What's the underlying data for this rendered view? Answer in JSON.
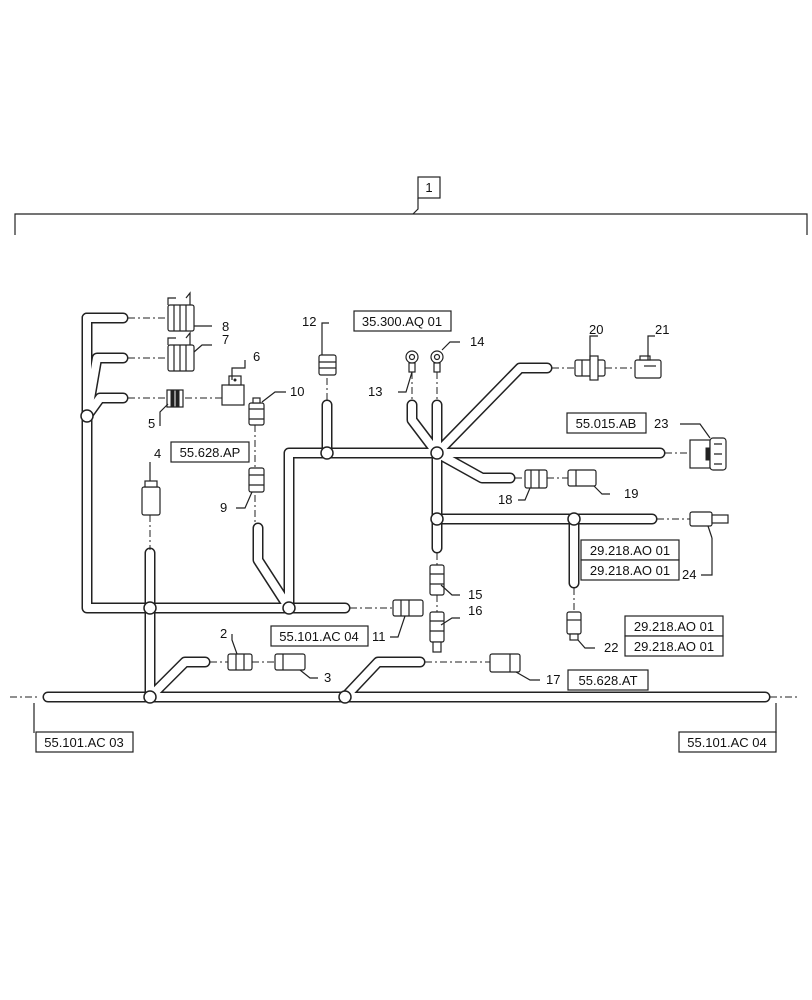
{
  "assembly_callout": "1",
  "item_labels": {
    "c2": "2",
    "c3": "3",
    "c4": "4",
    "c5": "5",
    "c6": "6",
    "c7": "7",
    "c8": "8",
    "c9": "9",
    "c10": "10",
    "c11": "11",
    "c12": "12",
    "c13": "13",
    "c14": "14",
    "c15": "15",
    "c16": "16",
    "c17": "17",
    "c18": "18",
    "c19": "19",
    "c20": "20",
    "c21": "21",
    "c22": "22",
    "c23": "23",
    "c24": "24"
  },
  "references": {
    "ref_35_300": "35.300.AQ 01",
    "ref_55_015": "55.015.AB",
    "ref_55_628_ap": "55.628.AP",
    "ref_29_218_a": "29.218.AO 01",
    "ref_29_218_b": "29.218.AO 01",
    "ref_29_218_c": "29.218.AO 01",
    "ref_29_218_d": "29.218.AO 01",
    "ref_55_101_ac04_mid": "55.101.AC 04",
    "ref_55_628_at": "55.628.AT",
    "ref_55_101_ac03": "55.101.AC 03",
    "ref_55_101_ac04_right": "55.101.AC 04"
  }
}
